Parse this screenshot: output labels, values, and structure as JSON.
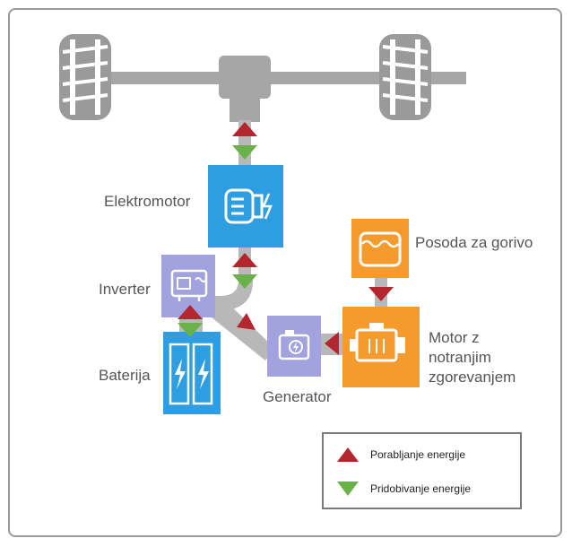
{
  "labels": {
    "electric_motor": "Elektromotor",
    "inverter": "Inverter",
    "battery": "Baterija",
    "generator": "Generator",
    "fuel_tank": "Posoda za gorivo",
    "engine_line1": "Motor z",
    "engine_line2": "notranjim",
    "engine_line3": "zgorevanjem"
  },
  "legend": {
    "consumption": "Porabljanje energije",
    "recovery": "Pridobivanje energije"
  },
  "colors": {
    "consumption": "#b3262d",
    "recovery": "#6bb14a",
    "electric_blue": "#2f9ee0",
    "inverter_purple": "#a2a2de",
    "engine_orange": "#f59a2c",
    "connector_gray": "#b8b8b8",
    "wheel_gray": "#9a9a9a"
  }
}
